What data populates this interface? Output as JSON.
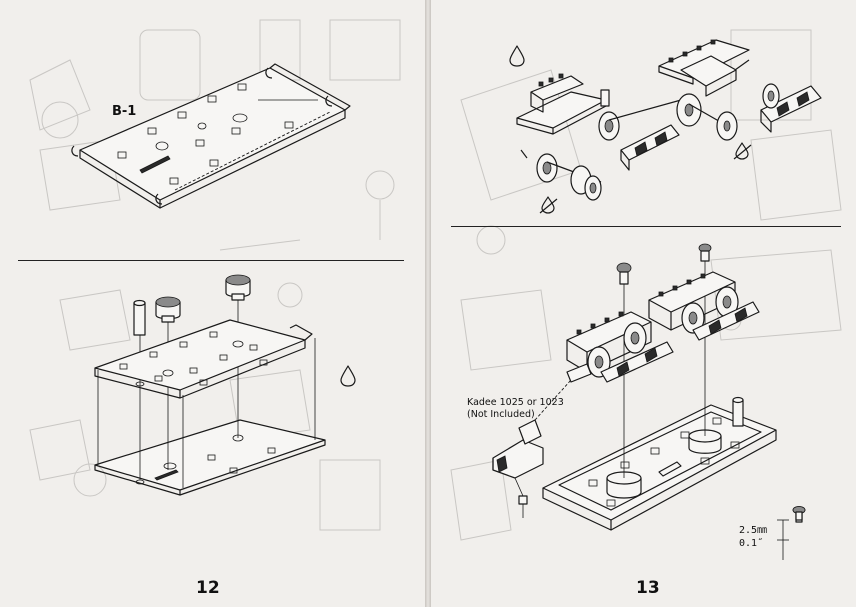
{
  "left_page": {
    "step_label": "B-1",
    "page_number": "12",
    "icons": [
      "oil-drop-icon"
    ]
  },
  "right_page": {
    "page_number": "13",
    "callout_line1": "Kadee 1025 or 1023",
    "callout_line2": "(Not Included)",
    "dimension_mm": "2.5㎜",
    "dimension_in": "0.1˝",
    "icons": [
      "oil-drop-icon",
      "no-oil-icon",
      "no-oil-icon",
      "screw-icon"
    ]
  }
}
